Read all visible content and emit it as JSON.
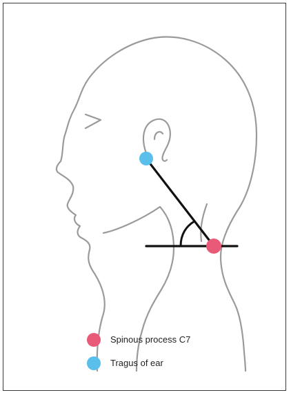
{
  "legend": {
    "items": [
      {
        "label": "Spinous process C7",
        "marker": "spinous-c7",
        "color": "#e85a78"
      },
      {
        "label": "Tragus of ear",
        "marker": "tragus",
        "color": "#5bbfec"
      }
    ]
  },
  "colors": {
    "outline": "#9a9a9a",
    "line": "#111111",
    "frame": "#3a3a3a"
  }
}
